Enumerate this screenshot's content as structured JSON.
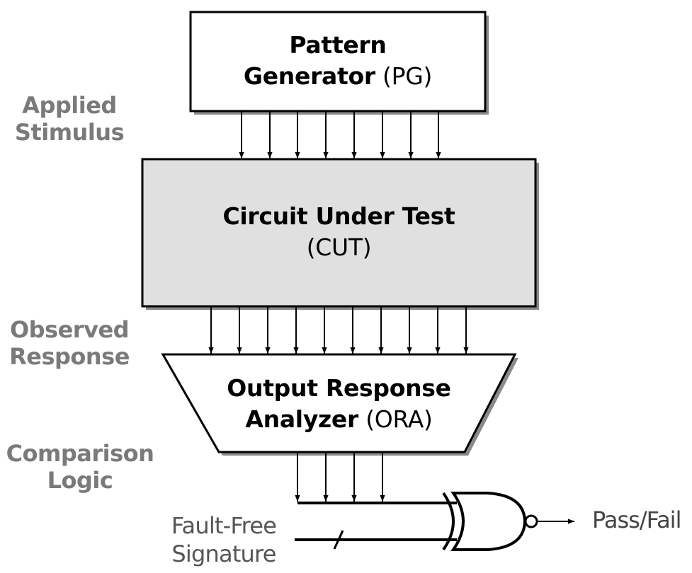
{
  "pg": {
    "title_line1": "Pattern",
    "title_bold": "Generator",
    "title_abbr": "(PG)"
  },
  "cut": {
    "title": "Circuit Under Test",
    "abbr": "(CUT)"
  },
  "ora": {
    "title_line1": "Output Response",
    "title_bold": "Analyzer",
    "title_abbr": "(ORA)"
  },
  "labels": {
    "applied_1": "Applied",
    "applied_2": "Stimulus",
    "observed_1": "Observed",
    "observed_2": "Response",
    "comparison_1": "Comparison",
    "comparison_2": "Logic"
  },
  "signature": {
    "line1": "Fault-Free",
    "line2": "Signature"
  },
  "output": {
    "label": "Pass/Fail"
  },
  "colors": {
    "cut_fill": "#e0e0e0",
    "shadow": "#8a8a8a",
    "side_label": "#7a7a7a"
  }
}
